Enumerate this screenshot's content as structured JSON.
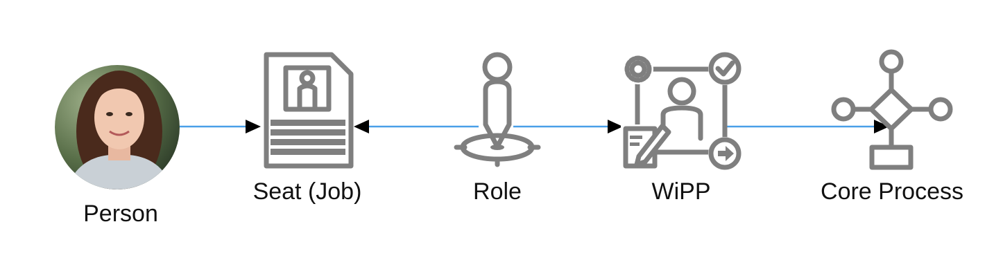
{
  "nodes": [
    {
      "id": "person",
      "label": "Person",
      "icon": "person-photo"
    },
    {
      "id": "seat",
      "label": "Seat (Job)",
      "icon": "seat-document-icon"
    },
    {
      "id": "role",
      "label": "Role",
      "icon": "role-figure-icon"
    },
    {
      "id": "wipp",
      "label": "WiPP",
      "icon": "wipp-workflow-icon"
    },
    {
      "id": "core",
      "label": "Core Process",
      "icon": "core-process-flow-icon"
    }
  ],
  "edges": [
    {
      "from": "person",
      "to": "seat",
      "arrow": "end"
    },
    {
      "from": "role",
      "to": "seat",
      "arrow": "end"
    },
    {
      "from": "role",
      "to": "wipp",
      "arrow": "end"
    },
    {
      "from": "wipp",
      "to": "core",
      "arrow": "end"
    }
  ],
  "colors": {
    "connector": "#4a9fe8",
    "arrowhead": "#000000",
    "icon": "#7f7f7f",
    "label": "#111111"
  }
}
